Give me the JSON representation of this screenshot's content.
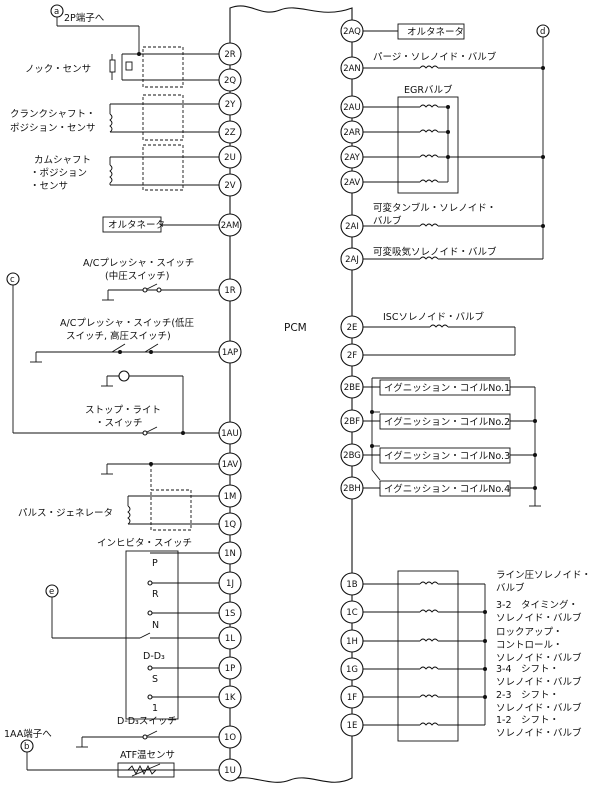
{
  "pcm_label": "PCM",
  "left_pins": [
    "2R",
    "2Q",
    "2Y",
    "2Z",
    "2U",
    "2V",
    "2AM",
    "1R",
    "1AP",
    "1AU",
    "1AV",
    "1M",
    "1Q",
    "1N",
    "1J",
    "1S",
    "1L",
    "1P",
    "1K",
    "1O",
    "1U"
  ],
  "right_pins": [
    "2AQ",
    "2AN",
    "2AU",
    "2AR",
    "2AY",
    "2AV",
    "2AI",
    "2AJ",
    "2E",
    "2F",
    "2BE",
    "2BF",
    "2BG",
    "2BH",
    "1B",
    "1C",
    "1H",
    "1G",
    "1F",
    "1E"
  ],
  "refs": {
    "a": "a",
    "b": "b",
    "c": "c",
    "d": "d",
    "e": "e"
  },
  "labels": {
    "to_2p": "2P端子へ",
    "to_1aa": "1AA端子へ",
    "knock": "ノック・センサ",
    "crank_1": "クランクシャフト・",
    "crank_2": "ポジション・センサ",
    "cam_1": "カムシャフト",
    "cam_2": "・ポジション",
    "cam_3": "・センサ",
    "alternator_left": "オルタネータ",
    "ac_mid_1": "A/Cプレッシャ・スイッチ",
    "ac_mid_2": "(中圧スイッチ)",
    "ac_lh_1": "A/Cプレッシャ・スイッチ(低圧",
    "ac_lh_2": "スイッチ, 高圧スイッチ)",
    "stop_1": "ストップ・ライト",
    "stop_2": "・スイッチ",
    "pulse": "パルス・ジェネレータ",
    "inhibitor": "インヒビタ・スイッチ",
    "pos_p": "P",
    "pos_r": "R",
    "pos_n": "N",
    "pos_d": "D-D₃",
    "pos_s": "S",
    "pos_1": "1",
    "dd3_switch": "D-D₃スイッチ",
    "atf": "ATF温センサ",
    "alternator_right": "オルタネータ",
    "purge": "パージ・ソレノイド・バルブ",
    "egr": "EGRバルブ",
    "tumble_1": "可変タンブル・ソレノイド・",
    "tumble_2": "バルブ",
    "intake": "可変吸気ソレノイド・バルブ",
    "isc": "ISCソレノイド・バルブ",
    "coil1": "イグニッション・コイルNo.1",
    "coil2": "イグニッション・コイルNo.2",
    "coil3": "イグニッション・コイルNo.3",
    "coil4": "イグニッション・コイルNo.4",
    "line_1": "ライン圧ソレノイド・",
    "line_2": "バルブ",
    "timing_1": "3-2　タイミング・",
    "timing_2": "ソレノイド・バルブ",
    "lockup_1": "ロックアップ・",
    "lockup_2": "コントロール・",
    "lockup_3": "ソレノイド・バルブ",
    "shift34_1": "3-4　シフト・",
    "shift34_2": "ソレノイド・バルブ",
    "shift23_1": "2-3　シフト・",
    "shift23_2": "ソレノイド・バルブ",
    "shift12_1": "1-2　シフト・",
    "shift12_2": "ソレノイド・バルブ"
  }
}
